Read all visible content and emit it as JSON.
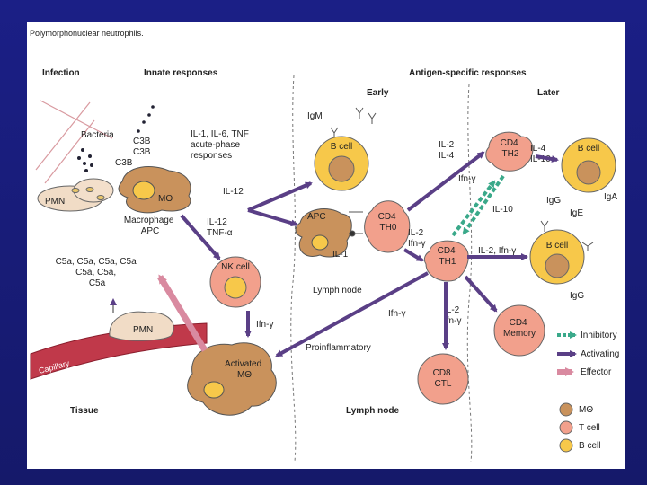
{
  "title": "Polymorphonuclear neutrophils.",
  "headers": {
    "infection": "Infection",
    "innate": "Innate responses",
    "antigen_specific": "Antigen-specific responses",
    "early": "Early",
    "later": "Later",
    "tissue": "Tissue",
    "lymph_node_mid": "Lymph node",
    "lymph_node_bottom": "Lymph node"
  },
  "labels": {
    "bacteria": "Bacteria",
    "pmn_left": "PMN",
    "c3b_1": "C3B",
    "c3b_2": "C3B",
    "c3b_3": "C3B",
    "il1_il6_tnf": [
      "IL-1, IL-6, TNF",
      "acute-phase",
      "responses"
    ],
    "macrophage_cell": "MΘ",
    "macrophage_caption": [
      "Macrophage",
      "APC"
    ],
    "il12_a": "IL-12",
    "il12_b": [
      "IL-12",
      "TNF-α"
    ],
    "nk_cell": "NK cell",
    "ifn_nk": "Ifn-γ",
    "activated": [
      "Activated",
      "MΘ"
    ],
    "c5a": [
      "C5a, C5a, C5a, C5a",
      "C5a, C5a,",
      "C5a"
    ],
    "pmn_capillary": "PMN",
    "capillary": "Capillary",
    "igm": "IgM",
    "b_cell_early": "B cell",
    "apc": "APC",
    "il1": "IL-1",
    "cd4_th0": [
      "CD4",
      "TH0"
    ],
    "il2_ifn_a": [
      "IL-2",
      "Ifn-γ"
    ],
    "il2_il4": [
      "IL-2",
      "IL-4"
    ],
    "ifn_y_top": "Ifn-γ",
    "il10": "IL-10",
    "cd4_th2": [
      "CD4",
      "TH2"
    ],
    "cd4_th1": [
      "CD4",
      "TH1"
    ],
    "il4_il10": [
      "IL-4",
      "IL-10"
    ],
    "b_cell_later_top": "B cell",
    "igg_top": "IgG",
    "iga": "IgA",
    "ige": "IgE",
    "il2_ifn_b": "IL-2, Ifn-γ",
    "b_cell_later_bottom": "B cell",
    "igg_bottom": "IgG",
    "cd4_memory": [
      "CD4",
      "Memory"
    ],
    "ifn_y_mid": "Ifn-γ",
    "proinflammatory": "Proinflammatory",
    "il2_ifn_c": [
      "IL-2",
      "Ifn-γ"
    ],
    "cd8_ctl": [
      "CD8",
      "CTL"
    ]
  },
  "legend": {
    "inhibitory": "Inhibitory",
    "activating": "Activating",
    "effector": "Effector",
    "macrophage": "MΘ",
    "t_cell": "T cell",
    "b_cell": "B cell"
  },
  "colors": {
    "slide_background": "#1b1f86",
    "b_cell_fill": "#f7c84a",
    "t_cell_fill": "#f2a08c",
    "macrophage_fill": "#c9925c",
    "activating_arrow": "#5a3f86",
    "effector_arrow": "#d98aa0",
    "inhibitory_arrow": "#3aa98a",
    "capillary": "#c0394a"
  }
}
